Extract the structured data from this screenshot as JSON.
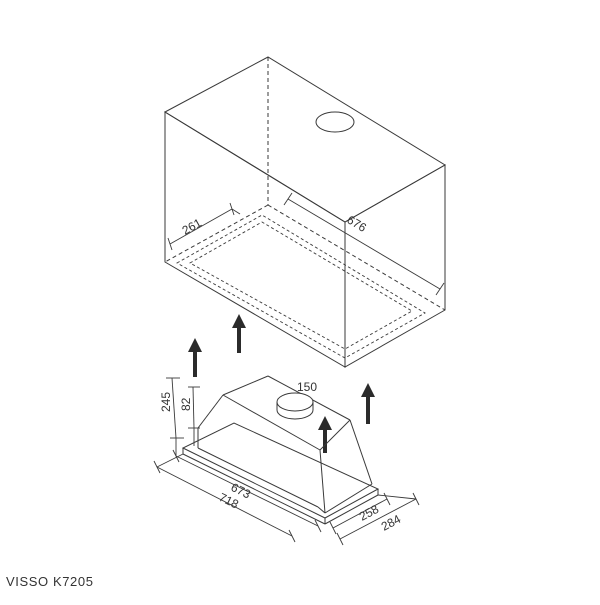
{
  "product": {
    "model": "VISSO K7205"
  },
  "diagram": {
    "cabinet": {
      "depth_dim": "261",
      "width_dim": "676"
    },
    "hood": {
      "duct_dim": "150",
      "total_height_dim": "245",
      "body_height_dim": "82",
      "inner_width_dim": "673",
      "outer_width_dim": "718",
      "inner_depth_dim": "258",
      "outer_depth_dim": "284"
    }
  },
  "colors": {
    "line": "#3a3a3a",
    "arrow": "#2b2b2b",
    "text": "#333333"
  }
}
